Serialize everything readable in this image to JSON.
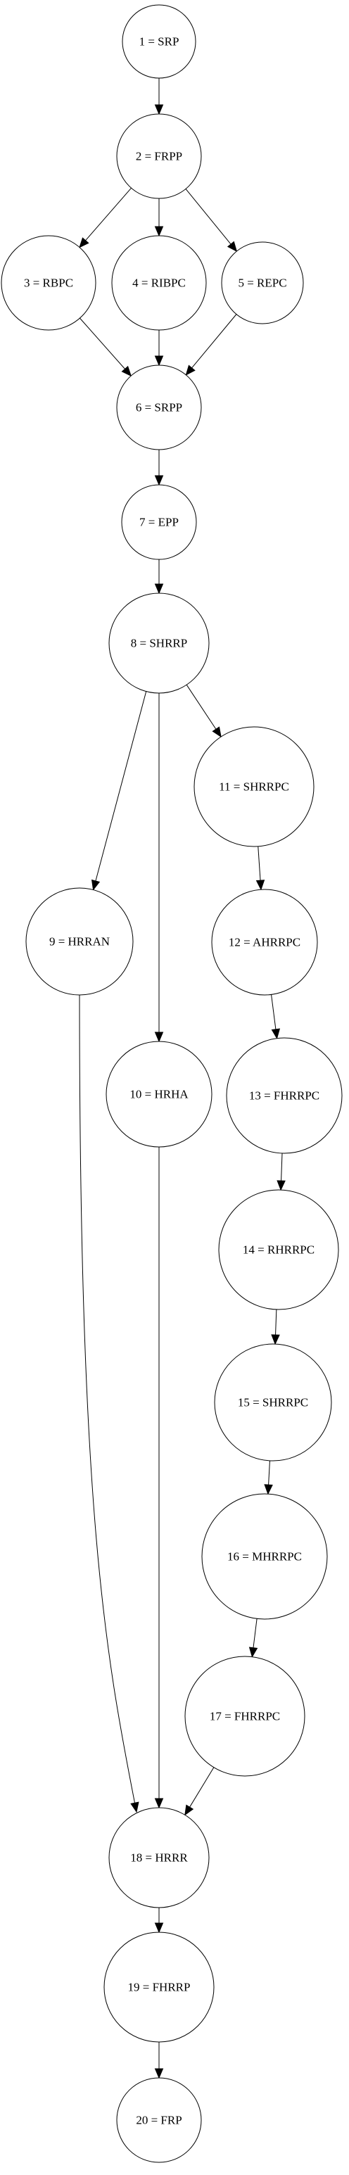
{
  "diagram": {
    "nodes": [
      {
        "id": "1",
        "label": "1 = SRP"
      },
      {
        "id": "2",
        "label": "2 = FRPP"
      },
      {
        "id": "3",
        "label": "3 = RBPC"
      },
      {
        "id": "4",
        "label": "4 = RIBPC"
      },
      {
        "id": "5",
        "label": "5 = REPC"
      },
      {
        "id": "6",
        "label": "6 = SRPP"
      },
      {
        "id": "7",
        "label": "7 = EPP"
      },
      {
        "id": "8",
        "label": "8 = SHRRP"
      },
      {
        "id": "9",
        "label": "9 = HRRAN"
      },
      {
        "id": "10",
        "label": "10 = HRHA"
      },
      {
        "id": "11",
        "label": "11 = SHRRPC"
      },
      {
        "id": "12",
        "label": "12 = AHRRPC"
      },
      {
        "id": "13",
        "label": "13 = FHRRPC"
      },
      {
        "id": "14",
        "label": "14 = RHRRPC"
      },
      {
        "id": "15",
        "label": "15 = SHRRPC"
      },
      {
        "id": "16",
        "label": "16 = MHRRPC"
      },
      {
        "id": "17",
        "label": "17 = FHRRPC"
      },
      {
        "id": "18",
        "label": "18 = HRRR"
      },
      {
        "id": "19",
        "label": "19 = FHRRP"
      },
      {
        "id": "20",
        "label": "20 = FRP"
      }
    ],
    "edges": [
      {
        "from": "1",
        "to": "2"
      },
      {
        "from": "2",
        "to": "3"
      },
      {
        "from": "2",
        "to": "4"
      },
      {
        "from": "2",
        "to": "5"
      },
      {
        "from": "3",
        "to": "6"
      },
      {
        "from": "4",
        "to": "6"
      },
      {
        "from": "5",
        "to": "6"
      },
      {
        "from": "6",
        "to": "7"
      },
      {
        "from": "7",
        "to": "8"
      },
      {
        "from": "8",
        "to": "9"
      },
      {
        "from": "8",
        "to": "10"
      },
      {
        "from": "8",
        "to": "11"
      },
      {
        "from": "11",
        "to": "12"
      },
      {
        "from": "12",
        "to": "13"
      },
      {
        "from": "13",
        "to": "14"
      },
      {
        "from": "14",
        "to": "15"
      },
      {
        "from": "15",
        "to": "16"
      },
      {
        "from": "16",
        "to": "17"
      },
      {
        "from": "9",
        "to": "18"
      },
      {
        "from": "10",
        "to": "18"
      },
      {
        "from": "17",
        "to": "18"
      },
      {
        "from": "18",
        "to": "19"
      },
      {
        "from": "19",
        "to": "20"
      }
    ]
  }
}
